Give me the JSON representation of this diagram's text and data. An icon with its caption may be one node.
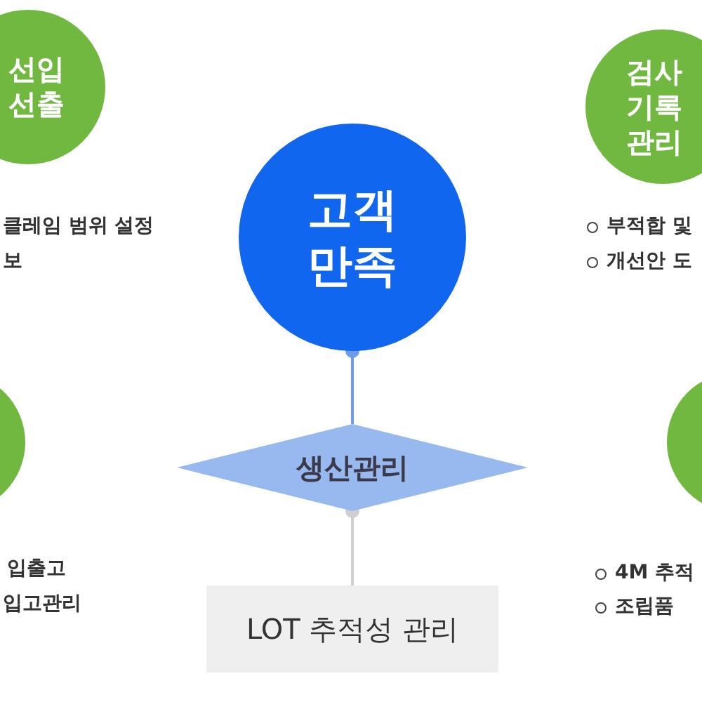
{
  "diagram": {
    "nodes": [
      {
        "text": [
          "선입 선출"
        ]
      },
      {
        "text": [
          "고객 만족"
        ]
      },
      {
        "text": [
          "검사 기록 관리"
        ]
      },
      {
        "text": [],
        "shape": "circle"
      },
      {
        "text": [
          "생산관리"
        ]
      },
      {
        "text": [],
        "shape": "circle"
      },
      {
        "text": [
          "LOT 추적성 관리"
        ]
      }
    ],
    "edges": [
      {
        "from": 1,
        "to": 4,
        "arrow": "other",
        "color": "#6f9be8"
      },
      {
        "from": 4,
        "to": 6,
        "arrow": "other",
        "color": "#cfcfcf"
      }
    ],
    "labels": [
      "클레임 범위 설정",
      "보",
      "부적합 및",
      "개선안 도",
      "입출고",
      "입고관리",
      "4M 추적",
      "조립품"
    ]
  }
}
